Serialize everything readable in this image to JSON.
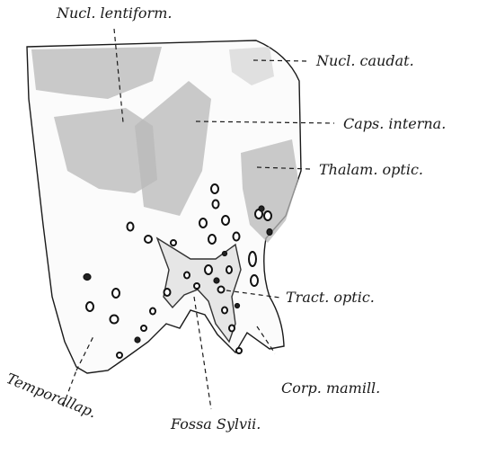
{
  "labels": {
    "nucl_lentiform": "Nucl. lentiform.",
    "nucl_caudat": "Nucl. caudat.",
    "caps_interna": "Caps. interna.",
    "thalam_optic": "Thalam. optic.",
    "tract_optic": "Tract. optic.",
    "corp_mamill": "Corp. mamill.",
    "fossa_sylvii": "Fossa Sylvii.",
    "temporallap": "Temporallap."
  },
  "colors": {
    "ink": "#1a1a1a",
    "gray_matter": "#b8b8b8",
    "tissue": "#fbfbfb"
  }
}
